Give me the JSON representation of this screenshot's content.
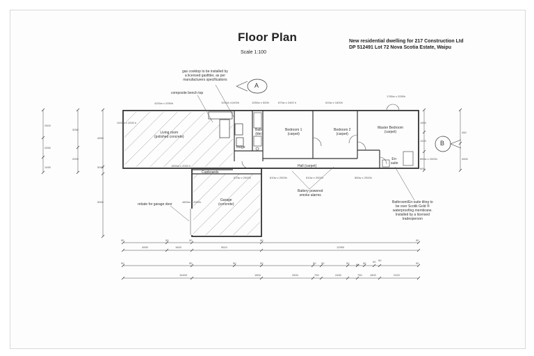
{
  "title": "Floor Plan",
  "scale": "Scale 1:100",
  "project": {
    "line1": "New residential dwelling for 217 Construction  Ltd",
    "line2": "DP 512491  Lot 72 Nova Scotia Estate, Waipu"
  },
  "section_marks": {
    "a": "A",
    "b": "B"
  },
  "rooms": {
    "living": "Living room",
    "living_sub": "(polished concrete)",
    "bath": "Bath",
    "bath_sub": "(tile)",
    "bedroom1": "Bedroom 1",
    "bedroom1_sub": "(carpet)",
    "bedroom2": "Bedroom 2",
    "bedroom2_sub": "(carpet)",
    "master": "Master Bedroom",
    "master_sub": "(carpet)",
    "hall": "Hall (carpet)",
    "garage": "Garage",
    "garage_sub": "(concrete)",
    "ensuite": "En-",
    "ensuite_sub": "suite",
    "cupboards": "Cupboards",
    "fridge": "fridge"
  },
  "notes": {
    "gas": [
      "gas cooktop to be installed by",
      "a licensed gasfitter, as per",
      "manufacturers specifications"
    ],
    "bench": "composite bench top",
    "smoke": [
      "Battery powered",
      "smoke alarms"
    ],
    "rebate": "rebate for garage door",
    "tiling": [
      "Bathroom/En-suite tiling to",
      "be over Scotik Gold ®",
      "waterproofing membrane.",
      "Installed by a licensed",
      "tradesperson"
    ]
  },
  "window_labels": [
    "4200w x 2050h",
    "1000w x1400h",
    "1050w x 500h",
    "870w x 2400 h",
    "610w x 1600h",
    "1780w x 2050h",
    "1800w x 2050 h",
    "870w x 2000h",
    "810w x 2000h",
    "810w x 2000h",
    "850w x 2000h",
    "4800w x 2000h",
    "1000w x 2000 h",
    "850w x 2000h"
  ],
  "dimensions": {
    "left_vertical_outer": [
      "2500",
      "2550",
      "1450"
    ],
    "left_vertical_mid": [
      "3050",
      "2000"
    ],
    "left_vertical_inner": [
      "4550",
      "5000",
      "5000"
    ],
    "right_vertical": [
      "1900",
      "1220",
      "600"
    ],
    "right_vertical_outer": [
      "450",
      "4500"
    ],
    "bottom_row1": [
      "90",
      "90",
      "90",
      "90",
      "90"
    ],
    "bottom_row2": [
      "4590",
      "1600",
      "5510",
      "12950"
    ],
    "bottom_row3_small": [
      "90",
      "90",
      "90",
      "90",
      "90",
      "90",
      "90",
      "90",
      "90",
      "90",
      "90",
      "90"
    ],
    "bottom_row4": [
      "16400",
      "1800",
      "2600",
      "750",
      "2450",
      "750",
      "1800",
      "2420"
    ]
  }
}
